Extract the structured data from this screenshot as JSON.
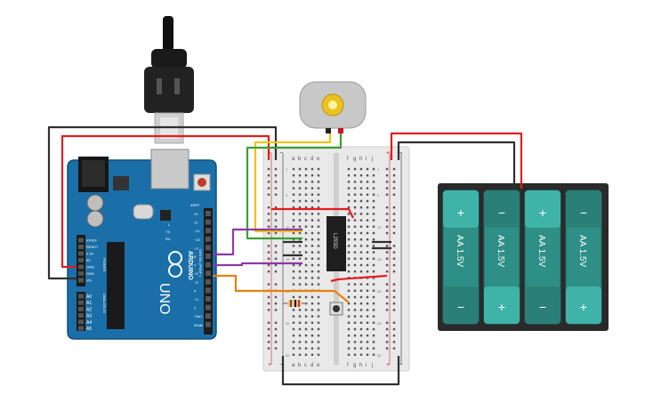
{
  "arduino": {
    "model": "UNO",
    "brand": "ARDUINO",
    "aref_label": "AREF",
    "gnd_label": "GND",
    "digital_label": "DIGITAL (PWM~)",
    "tx_label": "TX",
    "rx_label": "RX",
    "l_label": "L",
    "analog_label": "ANALOG IN",
    "power_label": "POWER",
    "digital_pins": [
      "13",
      "12",
      "~11",
      "~10",
      "~9",
      "8",
      "7",
      "~6",
      "~5",
      "4",
      "~3",
      "2",
      "TX▸1",
      "RX◂0"
    ],
    "power_pins": [
      "IOREF",
      "RESET",
      "3.3V",
      "5V",
      "GND",
      "GND",
      "Vin"
    ],
    "analog_pins": [
      "A0",
      "A1",
      "A2",
      "A3",
      "A4",
      "A5"
    ]
  },
  "breadboard": {
    "col_left": [
      "a",
      "b",
      "c",
      "d",
      "e"
    ],
    "col_right": [
      "f",
      "g",
      "h",
      "i",
      "j"
    ],
    "row_numbers": [
      "1",
      "5",
      "10",
      "15",
      "20",
      "25",
      "30"
    ],
    "plus": "+",
    "minus": "−"
  },
  "chip": {
    "label": "L293D"
  },
  "battery": {
    "cells": [
      {
        "label": "AA 1.5V",
        "top": "+",
        "bottom": "−"
      },
      {
        "label": "AA 1.5V",
        "top": "−",
        "bottom": "+"
      },
      {
        "label": "AA 1.5V",
        "top": "+",
        "bottom": "−"
      },
      {
        "label": "AA 1.5V",
        "top": "−",
        "bottom": "+"
      }
    ]
  },
  "colors": {
    "board": "#1a6fa8",
    "wire_red": "#e01e1e",
    "wire_black": "#303030",
    "wire_yellow": "#f1c40f",
    "wire_green": "#3aa030",
    "wire_purple": "#8a3aa8",
    "wire_orange": "#e8800c",
    "battery_teal": "#2e8f86",
    "motor_gray": "#bfbfbf"
  }
}
